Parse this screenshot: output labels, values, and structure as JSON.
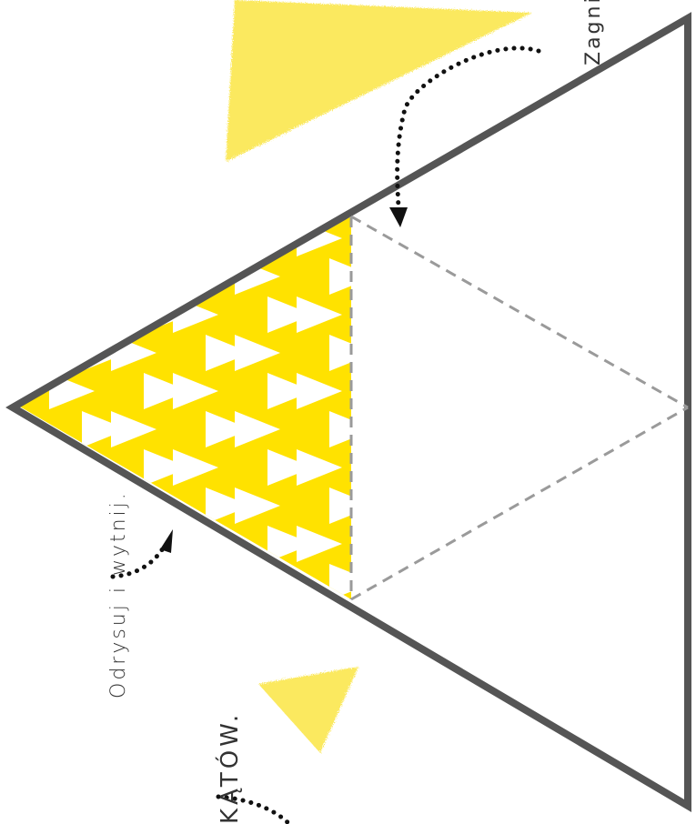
{
  "annotations": {
    "cut_text": "Odrysuj i wytnij.",
    "fold_text": "Zagnij",
    "title_fragment": "KĄTÓW."
  },
  "colors": {
    "outline": "#555555",
    "fold_line": "#9a9a9a",
    "pattern_yellow": "#ffe200",
    "paint_yellow": "#fbe95f"
  },
  "icons": [
    "dotted-arrow-icon",
    "dotted-arrow-icon",
    "dotted-arrow-icon"
  ]
}
